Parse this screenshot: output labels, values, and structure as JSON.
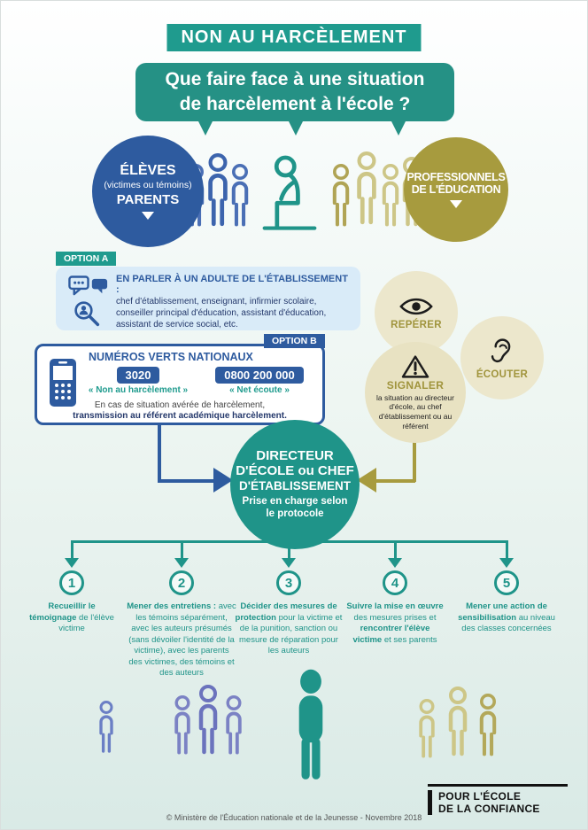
{
  "header": {
    "title": "NON AU HARCÈLEMENT",
    "question_line1": "Que faire face à une situation",
    "question_line2": "de harcèlement à l'école ?"
  },
  "actors": {
    "students_line1": "ÉLÈVES",
    "students_line2": "(victimes ou témoins)",
    "students_line3": "PARENTS",
    "professionals_line1": "PROFESSIONNELS",
    "professionals_line2": "DE L'ÉDUCATION"
  },
  "option_a": {
    "label": "OPTION A",
    "title": "EN PARLER À UN ADULTE DE L'ÉTABLISSEMENT :",
    "body": "chef d'établissement, enseignant, infirmier scolaire, conseiller principal d'éducation, assistant d'éducation, assistant de service social, etc."
  },
  "option_b": {
    "label": "OPTION B",
    "title": "NUMÉROS VERTS NATIONAUX",
    "number1": "3020",
    "caption1": "« Non au harcèlement »",
    "number2": "0800 200 000",
    "caption2": "« Net écoute »",
    "note1": "En cas de situation avérée de harcèlement,",
    "note2": "transmission au référent académique harcèlement."
  },
  "actions": {
    "reperer": "REPÉRER",
    "ecouter": "ÉCOUTER",
    "signaler": "SIGNALER",
    "signaler_detail": "la situation au directeur d'école, au chef d'établissement ou au référent"
  },
  "director": {
    "line1": "DIRECTEUR",
    "line2": "D'ÉCOLE ou CHEF",
    "line3": "D'ÉTABLISSEMENT",
    "line4": "Prise en charge selon",
    "line5": "le protocole"
  },
  "steps": [
    {
      "num": "1",
      "b1": "Recueillir le témoignage",
      "r1": " de l'élève victime",
      "b2": "",
      "r2": ""
    },
    {
      "num": "2",
      "b1": "Mener des entretiens :",
      "r1": " avec les témoins séparément, avec les auteurs présumés (sans dévoiler l'identité de la victime), avec les parents des victimes, des témoins et des auteurs",
      "b2": "",
      "r2": ""
    },
    {
      "num": "3",
      "b1": "Décider des mesures de protection",
      "r1": " pour la victime et de la punition, sanction ou mesure de réparation pour les auteurs",
      "b2": "",
      "r2": ""
    },
    {
      "num": "4",
      "b1": "Suivre la mise en œuvre",
      "r1": " des mesures prises et ",
      "b2": "rencontrer l'élève victime",
      "r2": " et ses parents"
    },
    {
      "num": "5",
      "b1": "Mener une action de sensibilisation",
      "r1": " au niveau des classes concernées",
      "b2": "",
      "r2": ""
    }
  ],
  "footer": {
    "copyright": "© Ministère de l'Éducation nationale et de la Jeunesse - Novembre 2018",
    "logo_line1": "POUR L'ÉCOLE",
    "logo_line2": "DE LA CONFIANCE"
  },
  "colors": {
    "teal": "#1f9489",
    "blue": "#2e5b9f",
    "olive": "#a79b3e",
    "light_blue_box": "#d9ebf8",
    "light_olive_circle": "#ece7cc"
  }
}
